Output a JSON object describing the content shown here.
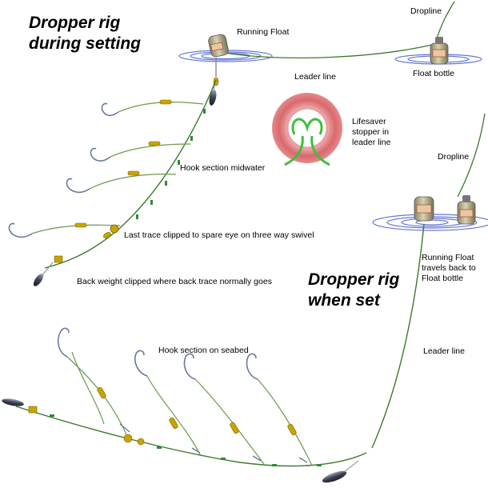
{
  "titles": {
    "setting": "Dropper rig\nduring setting",
    "set": "Dropper rig\nwhen set"
  },
  "labels": {
    "dropline_top": "Dropline",
    "running_float": "Running Float",
    "float_bottle": "Float bottle",
    "leader_line_top": "Leader line",
    "lifesaver": "Lifesaver\nstopper in\nleader line",
    "hook_midwater": "Hook section midwater",
    "dropline_right": "Dropline",
    "last_trace": "Last trace clipped to spare eye on three way swivel",
    "running_float_travels": "Running Float\ntravels back to\nFloat bottle",
    "back_weight": "Back weight clipped where back trace normally goes",
    "leader_line_right": "Leader line",
    "hook_seabed": "Hook section on seabed"
  },
  "colors": {
    "line": "#3c7a2c",
    "water": "#4a5fd0",
    "brass": "#c9a400",
    "hook": "#6878a0",
    "lifesaver": "#d9686c",
    "float_body": "#b5ae8a",
    "sinker": "#3c4050"
  }
}
